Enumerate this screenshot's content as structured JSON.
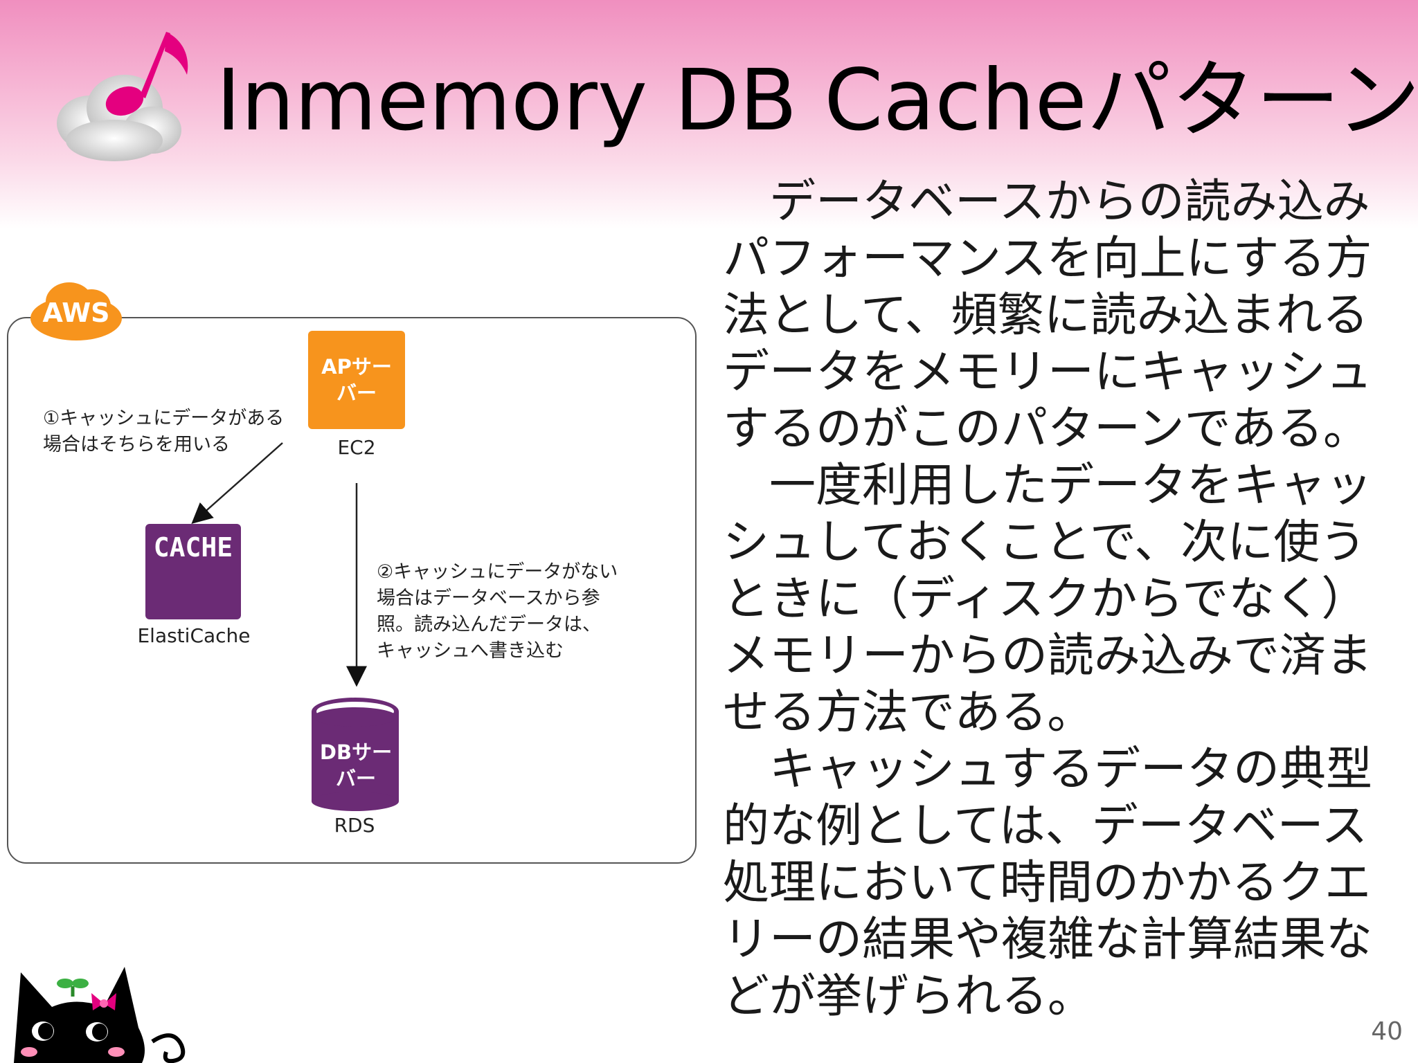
{
  "slide": {
    "title": "Inmemory DB Cacheパターン",
    "page_number": "40"
  },
  "body": {
    "paragraphs": [
      "データベースからの読み込みパフォーマンスを向上にする方法として、頻繁に読み込まれるデータをメモリーにキャッシュするのがこのパターンである。",
      "一度利用したデータをキャッシュしておくことで、次に使うときに（ディスクからでなく）メモリーからの読み込みで済ませる方法である。",
      "キャッシュするデータの典型的な例としては、データベース処理において時間のかかるクエリーの結果や複雑な計算結果などが挙げられる。"
    ]
  },
  "diagram": {
    "cloud_label": "AWS",
    "ap_server": {
      "text": "APサーバー",
      "label": "EC2"
    },
    "cache": {
      "text": "CACHE",
      "label": "ElastiCache"
    },
    "db_server": {
      "text": "DBサーバー",
      "label": "RDS"
    },
    "note1": {
      "line1": "①キャッシュにデータがある",
      "line2": "場合はそちらを用いる"
    },
    "note2": {
      "line1": "②キャッシュにデータがない",
      "line2": "場合はデータベースから参",
      "line3": "照。読み込んだデータは、",
      "line4": "キャッシュへ書き込む"
    },
    "colors": {
      "ap": "#f7941d",
      "cache": "#6b2b75",
      "db": "#6b2b75",
      "aws_badge": "#f7941d"
    }
  }
}
